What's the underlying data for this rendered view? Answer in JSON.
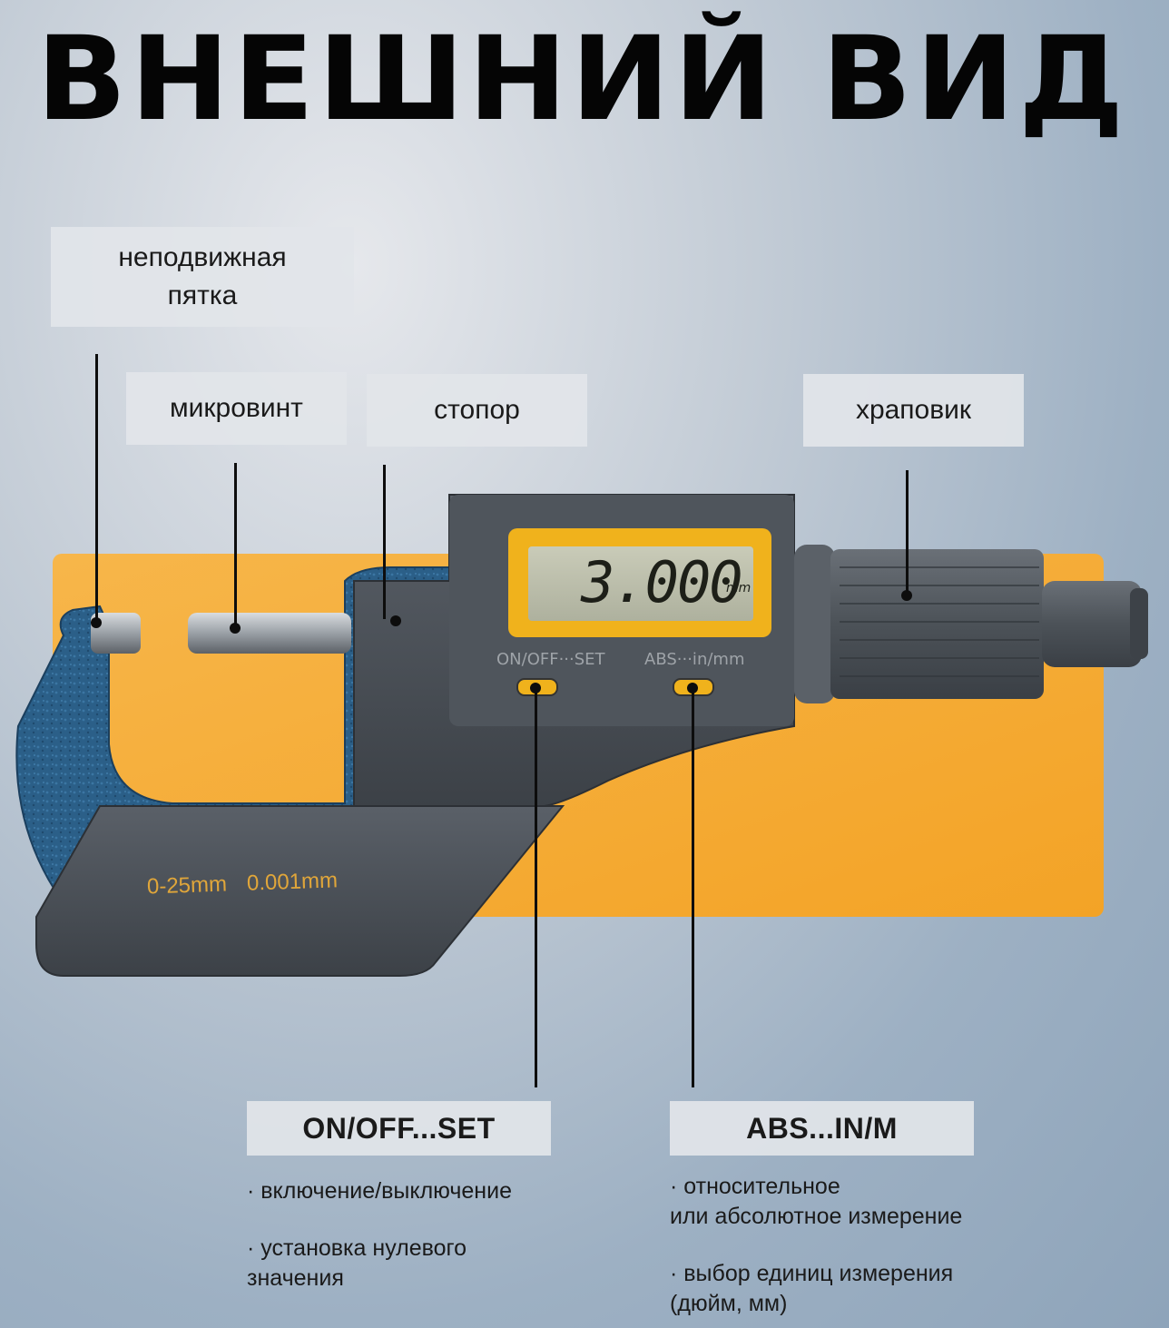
{
  "title": "ВНЕШНИЙ ВИД",
  "labels": {
    "anvil_line1": "неподвижная",
    "anvil_line2": "пятка",
    "spindle": "микровинт",
    "lock": "стопор",
    "ratchet": "храповик",
    "onoff": "ON/OFF...SET",
    "abs": "ABS...IN/M"
  },
  "descriptions": {
    "onoff": [
      "· включение/выключение",
      "· установка нулевого",
      "значения"
    ],
    "abs": [
      "· относительное",
      "или абсолютное измерение",
      "· выбор единиц измерения",
      "(дюйм, мм)"
    ]
  },
  "device": {
    "display_value": "3.000",
    "display_unit": "mm",
    "button_left_label": "ON/OFF···SET",
    "button_right_label": "ABS···in/mm",
    "range_marking": "0-25mm",
    "resolution_marking": "0.001mm"
  },
  "colors": {
    "accent_orange": "#f5a623",
    "frame_blue": "#2a5d84",
    "body_gray": "#4a4f55",
    "lcd_yellow": "#f0b21c"
  }
}
